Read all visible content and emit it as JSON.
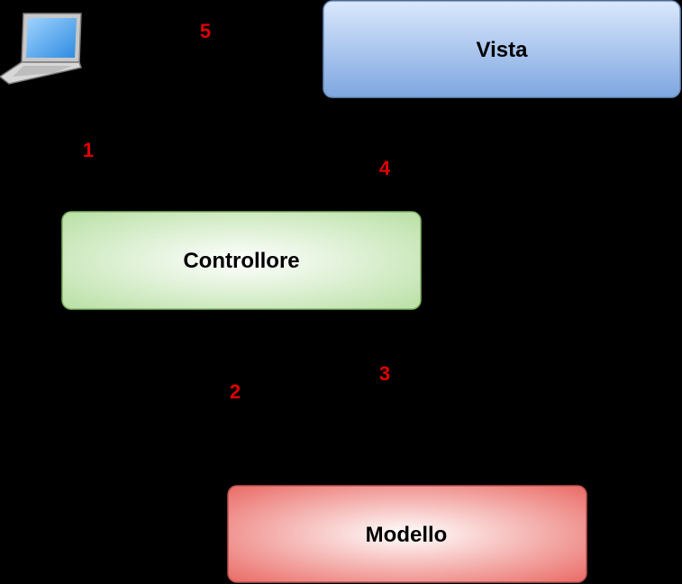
{
  "nodes": {
    "vista": {
      "label": "Vista"
    },
    "controllore": {
      "label": "Controllore"
    },
    "modello": {
      "label": "Modello"
    }
  },
  "steps": [
    "1",
    "2",
    "3",
    "4",
    "5"
  ],
  "icons": {
    "client": "laptop-icon"
  },
  "colors": {
    "background": "#000000",
    "step_text": "#E10000",
    "vista_fill_top": "#DAE8FC",
    "vista_fill_bottom": "#7EA6E0",
    "vista_stroke": "#6C8EBF",
    "controllore_fill_center": "#FFFFFF",
    "controllore_fill_edge": "#B9E0A5",
    "controllore_stroke": "#82B366",
    "modello_fill_center": "#FFFFFF",
    "modello_fill_edge": "#EA6B66",
    "modello_stroke": "#B85450"
  }
}
